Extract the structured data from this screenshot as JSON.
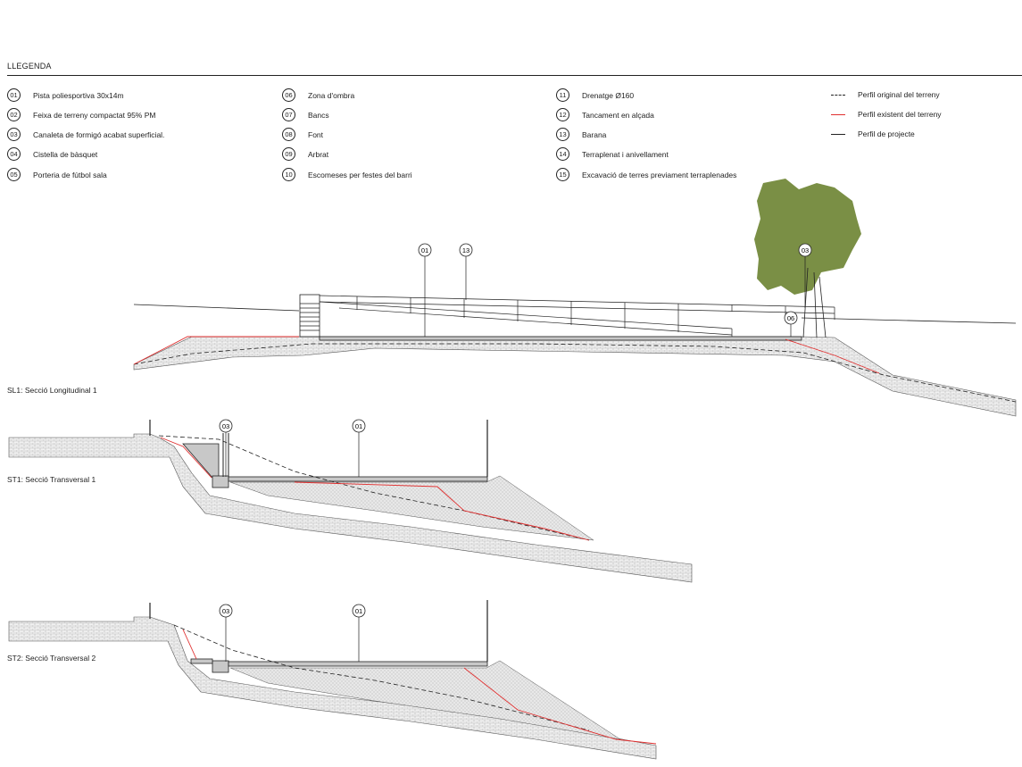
{
  "legend": {
    "title": "LLEGENDA",
    "items": [
      {
        "code": "01",
        "label": "Pista poliesportiva 30x14m"
      },
      {
        "code": "02",
        "label": "Feixa de terreny compactat 95% PM"
      },
      {
        "code": "03",
        "label": "Canaleta de formigó acabat superficial."
      },
      {
        "code": "04",
        "label": "Cistella de bàsquet"
      },
      {
        "code": "05",
        "label": "Porteria de fútbol sala"
      },
      {
        "code": "06",
        "label": "Zona d'ombra"
      },
      {
        "code": "07",
        "label": "Bancs"
      },
      {
        "code": "08",
        "label": "Font"
      },
      {
        "code": "09",
        "label": "Arbrat"
      },
      {
        "code": "10",
        "label": "Escomeses per festes del barri"
      },
      {
        "code": "11",
        "label": "Drenatge Ø160"
      },
      {
        "code": "12",
        "label": "Tancament en alçada"
      },
      {
        "code": "13",
        "label": "Barana"
      },
      {
        "code": "14",
        "label": "Terraplenat i anivellament"
      },
      {
        "code": "15",
        "label": "Excavació de terres previament terraplenades"
      }
    ],
    "line_key": [
      {
        "style": "dashed",
        "label": "Perfil original del terreny"
      },
      {
        "style": "red",
        "label": "Perfil existent del terreny"
      },
      {
        "style": "solid",
        "label": "Perfil de projecte"
      }
    ]
  },
  "sections": [
    {
      "id": "SL1",
      "label": "SL1: Secció Longitudinal 1",
      "callouts": [
        "01",
        "13",
        "03",
        "06"
      ]
    },
    {
      "id": "ST1",
      "label": "ST1: Secció Transversal 1",
      "callouts": [
        "03",
        "01"
      ]
    },
    {
      "id": "ST2",
      "label": "ST2: Secció Transversal 2",
      "callouts": [
        "03",
        "01"
      ]
    }
  ],
  "colors": {
    "ink": "#222222",
    "existing_profile": "#e03030",
    "tree": "#7a8f45",
    "fill_hatch": "#b8b8b8",
    "slab": "#c8c8c8"
  }
}
